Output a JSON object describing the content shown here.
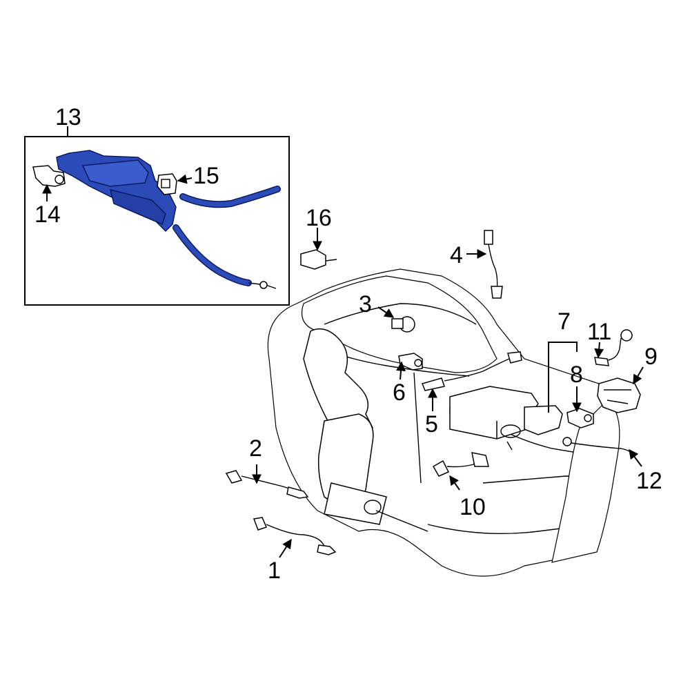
{
  "colors": {
    "highlight": "#2b4bb8",
    "outline": "#000000",
    "background": "#ffffff"
  },
  "callouts": {
    "c1": "1",
    "c2": "2",
    "c3": "3",
    "c4": "4",
    "c5": "5",
    "c6": "6",
    "c7": "7",
    "c8": "8",
    "c9": "9",
    "c10": "10",
    "c11": "11",
    "c12": "12",
    "c13": "13",
    "c14": "14",
    "c15": "15",
    "c16": "16"
  }
}
